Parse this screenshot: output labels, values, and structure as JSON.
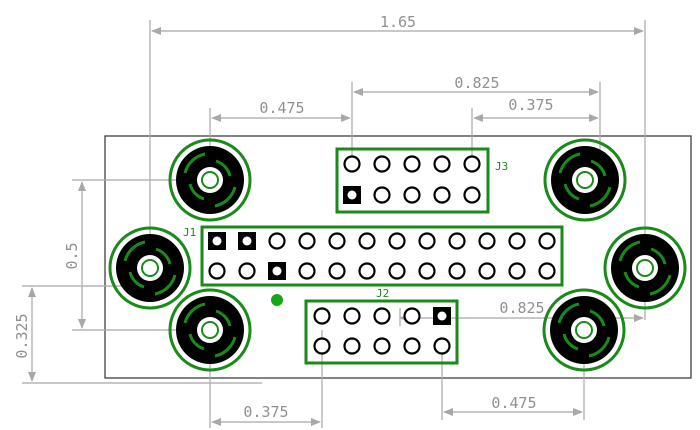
{
  "dimensions": {
    "total_width": "1.65",
    "j3_offset": "0.825",
    "j3_right": "0.375",
    "j1_to_j3": "0.475",
    "vertical_pitch": "0.5",
    "bottom_offset": "0.325",
    "j2_right": "0.825",
    "j2_left": "0.375",
    "j2_bottom": "0.475"
  },
  "connectors": {
    "j1": "J1",
    "j2": "J2",
    "j3": "J3"
  },
  "colors": {
    "silkscreen": "#1a8a1a",
    "dimension": "#a8a8a8",
    "board_outline": "#404040",
    "pad": "#000000",
    "fiducial": "#16a616"
  },
  "layout": {
    "j1_cols": 12,
    "j1_rows": 2,
    "j2_cols": 5,
    "j2_rows": 2,
    "j3_cols": 5,
    "j3_rows": 2,
    "mounting_holes": 6
  }
}
